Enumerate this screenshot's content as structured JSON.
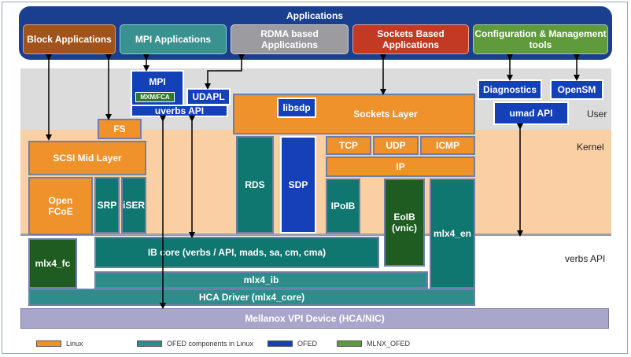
{
  "applications": {
    "title": "Applications",
    "block": "Block Applications",
    "mpi": "MPI Applications",
    "rdma": "RDMA based Applications",
    "sockets": "Sockets Based Applications",
    "config": "Configuration & Management tools"
  },
  "layers": {
    "user": "User",
    "kernel": "Kernel",
    "verbs": "verbs API"
  },
  "boxes": {
    "mpi": "MPI",
    "mxm": "MXM/FCA",
    "udapl": "UDAPL",
    "uverbs": "uverbs API",
    "libsdp": "libsdp",
    "sockets_layer": "Sockets Layer",
    "diagnostics": "Diagnostics",
    "opensm": "OpenSM",
    "umad": "umad API",
    "fs": "FS",
    "scsi": "SCSI Mid Layer",
    "tcp": "TCP",
    "udp": "UDP",
    "icmp": "ICMP",
    "ip": "IP",
    "rds": "RDS",
    "sdp": "SDP",
    "ipoib": "IPoIB",
    "eoib": "EoIB (vnic)",
    "mlx4_en": "mlx4_en",
    "fcoe": "Open FCoE",
    "srp": "SRP",
    "iser": "iSER",
    "mlx4_fc": "mlx4_fc",
    "ibcore": "IB core (verbs / API, mads, sa, cm, cma)",
    "mlx4_ib": "mlx4_ib",
    "hca": "HCA Driver (mlx4_core)",
    "device": "Mellanox VPI Device (HCA/NIC)"
  },
  "legend": {
    "linux": "Linux",
    "ofed_linux": "OFED components in Linux",
    "ofed": "OFED",
    "mlnx": "MLNX_OFED"
  },
  "colors": {
    "linux": "#f0922a",
    "ofed_linux": "#2e8c8a",
    "ofed": "#1440b8",
    "mlnx": "#5f9a3c",
    "user_band": "#dcdcdc",
    "kernel_band": "#fbcfa4",
    "app_bar": "#1a3f8f",
    "device": "#a9a6cc"
  }
}
